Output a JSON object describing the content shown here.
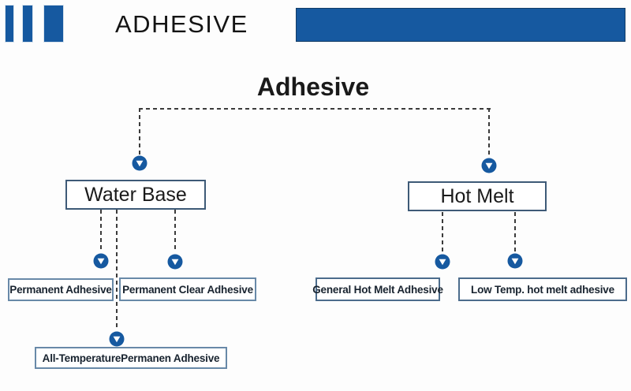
{
  "header": {
    "title": "ADHESIVE"
  },
  "diagram": {
    "title": "Adhesive",
    "nodes": {
      "water_base": "Water Base",
      "hot_melt": "Hot Melt",
      "permanent": "Permanent Adhesive",
      "permanent_clear": "Permanent Clear Adhesive",
      "all_temperature": "All-TemperaturePermanen Adhesive",
      "general_hot_melt": "General Hot Melt Adhesive",
      "low_temp": "Low Temp. hot melt adhesive"
    }
  },
  "icons": {
    "node_marker": "arrow-down-circle"
  },
  "colors": {
    "accent_blue": "#1659a0",
    "main_box_border": "#3e5a77",
    "leaf_box_border": "#6889a8",
    "leaf_box_border_dark": "#4c6c8c",
    "connector_dash": "#3b3b3b",
    "text": "#1c1c1c"
  }
}
